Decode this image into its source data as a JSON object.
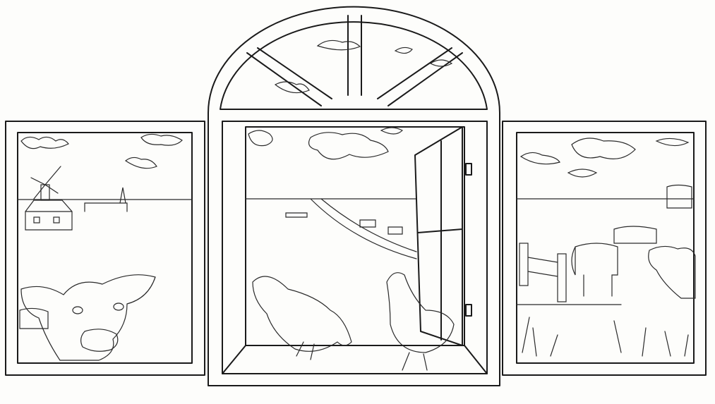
{
  "drawing": {
    "colors": {
      "paper": "#fdfdfb",
      "ink": "#1a1a1a"
    },
    "panels": [
      "left-panel",
      "center-arched-window",
      "right-panel"
    ]
  }
}
